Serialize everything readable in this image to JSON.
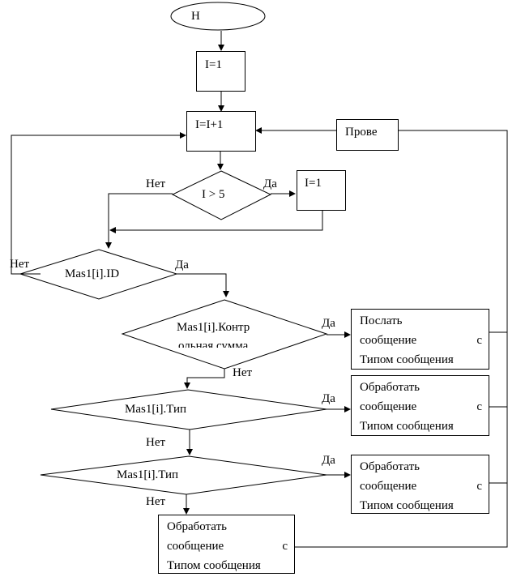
{
  "diagram": {
    "start": "Н",
    "init": "I=1",
    "increment": "I=I+1",
    "check": "Прове",
    "cond_i_gt_5": "I > 5",
    "reset": "I=1",
    "cond_id": "Mas1[i].ID",
    "cond_checksum": [
      "Mas1[i].Контр",
      "ольная  сумма"
    ],
    "cond_type1": "Mas1[i].Тип",
    "cond_type2": "Mas1[i].Тип",
    "action_send": {
      "line1": "Послать",
      "line2a": "сообщение",
      "line2b": "с",
      "line3": "Типом сообщения"
    },
    "action_process1": {
      "line1": "Обработать",
      "line2a": "сообщение",
      "line2b": "с",
      "line3": "Типом сообщения"
    },
    "action_process2": {
      "line1": "Обработать",
      "line2a": "сообщение",
      "line2b": "с",
      "line3": "Типом сообщения"
    },
    "action_process3": {
      "line1": "Обработать",
      "line2a": "сообщение",
      "line2b": "с",
      "line3": "Типом сообщения"
    },
    "labels": {
      "no_i5": "Нет",
      "yes_i5": "Да",
      "no_id": "Нет",
      "yes_id": "Да",
      "yes_checksum": "Да",
      "no_checksum": "Нет",
      "yes_type1": "Да",
      "no_type1": "Нет",
      "yes_type2": "Да",
      "no_type2": "Нет"
    }
  }
}
